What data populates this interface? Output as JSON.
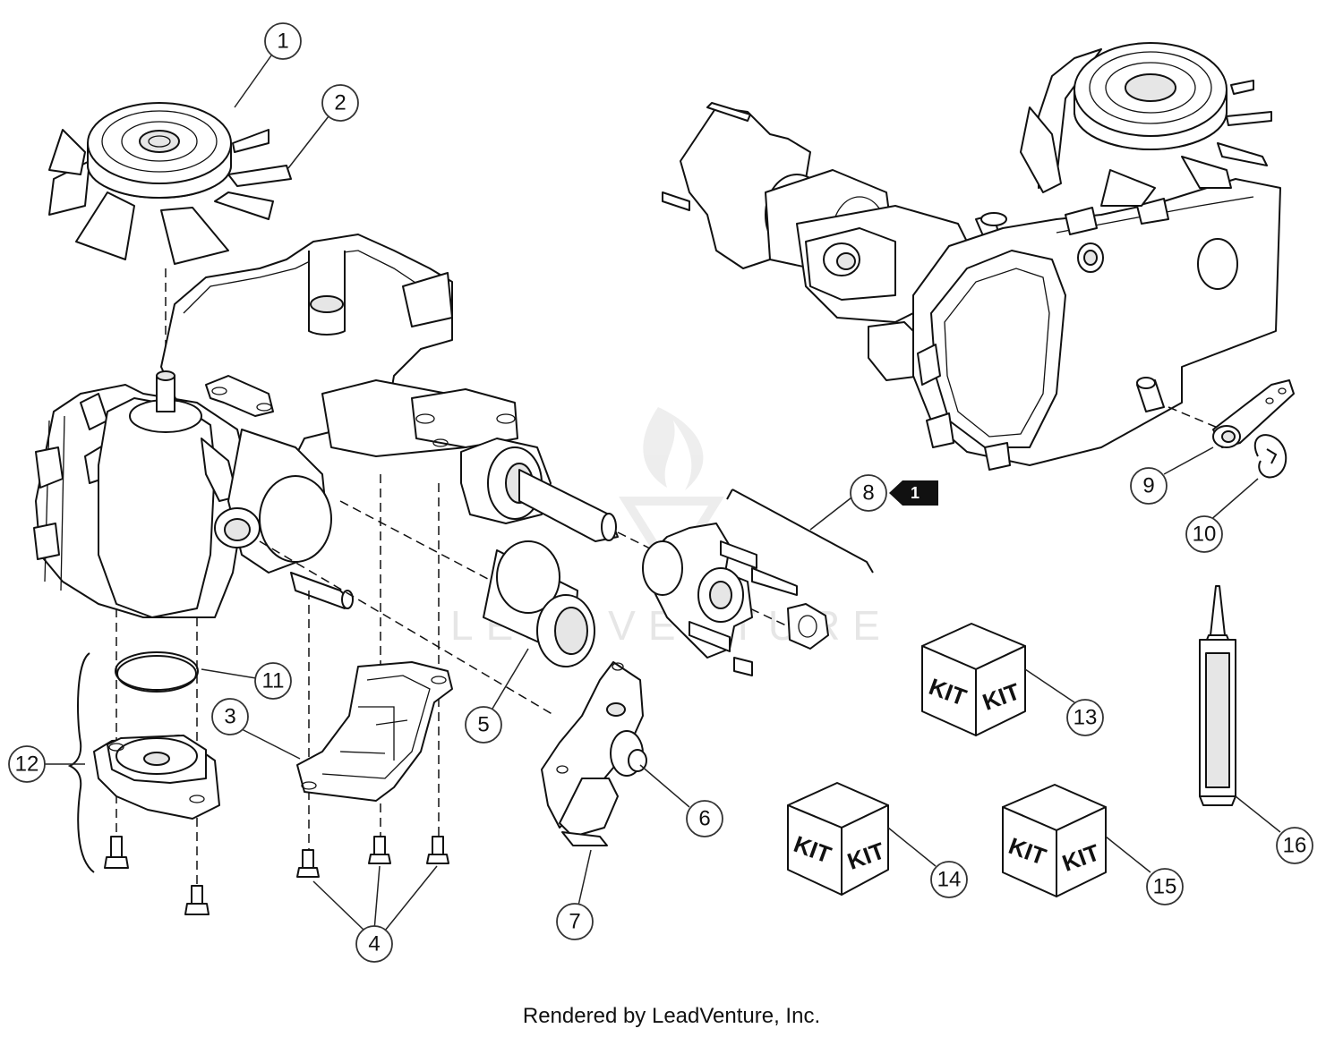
{
  "watermark": "LEADVENTURE",
  "footer": "Rendered by LeadVenture, Inc.",
  "kit_label": "KIT",
  "reference_badge": "1",
  "callouts": [
    "1",
    "2",
    "3",
    "4",
    "5",
    "6",
    "7",
    "8",
    "9",
    "10",
    "11",
    "12",
    "13",
    "14",
    "15",
    "16"
  ]
}
